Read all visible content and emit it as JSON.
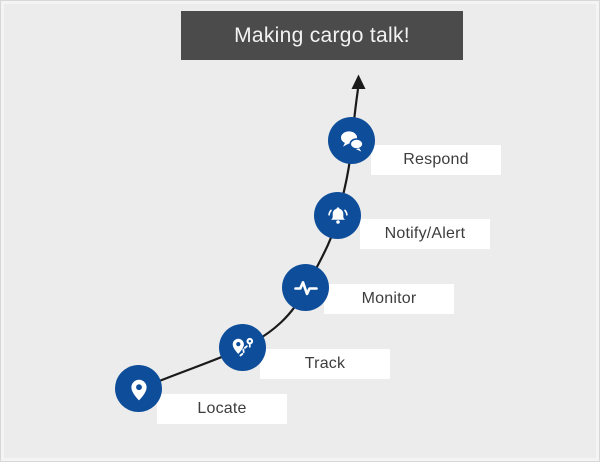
{
  "title_banner": {
    "text": "Making cargo talk!"
  },
  "steps": [
    {
      "label": "Locate",
      "icon": "map-pin-icon"
    },
    {
      "label": "Track",
      "icon": "route-pins-icon"
    },
    {
      "label": "Monitor",
      "icon": "pulse-icon"
    },
    {
      "label": "Notify/Alert",
      "icon": "bell-icon"
    },
    {
      "label": "Respond",
      "icon": "chat-bubbles-icon"
    }
  ],
  "flow": {
    "direction": "up",
    "arrow": "up-arrow"
  },
  "colors": {
    "background": "#ececec",
    "banner": "#4b4b4b",
    "banner_text": "#f3f3f3",
    "node_blue": "#0e4d9a",
    "label_background": "#ffffff",
    "label_text": "#3d3d3d",
    "line": "#1a1a1a"
  }
}
